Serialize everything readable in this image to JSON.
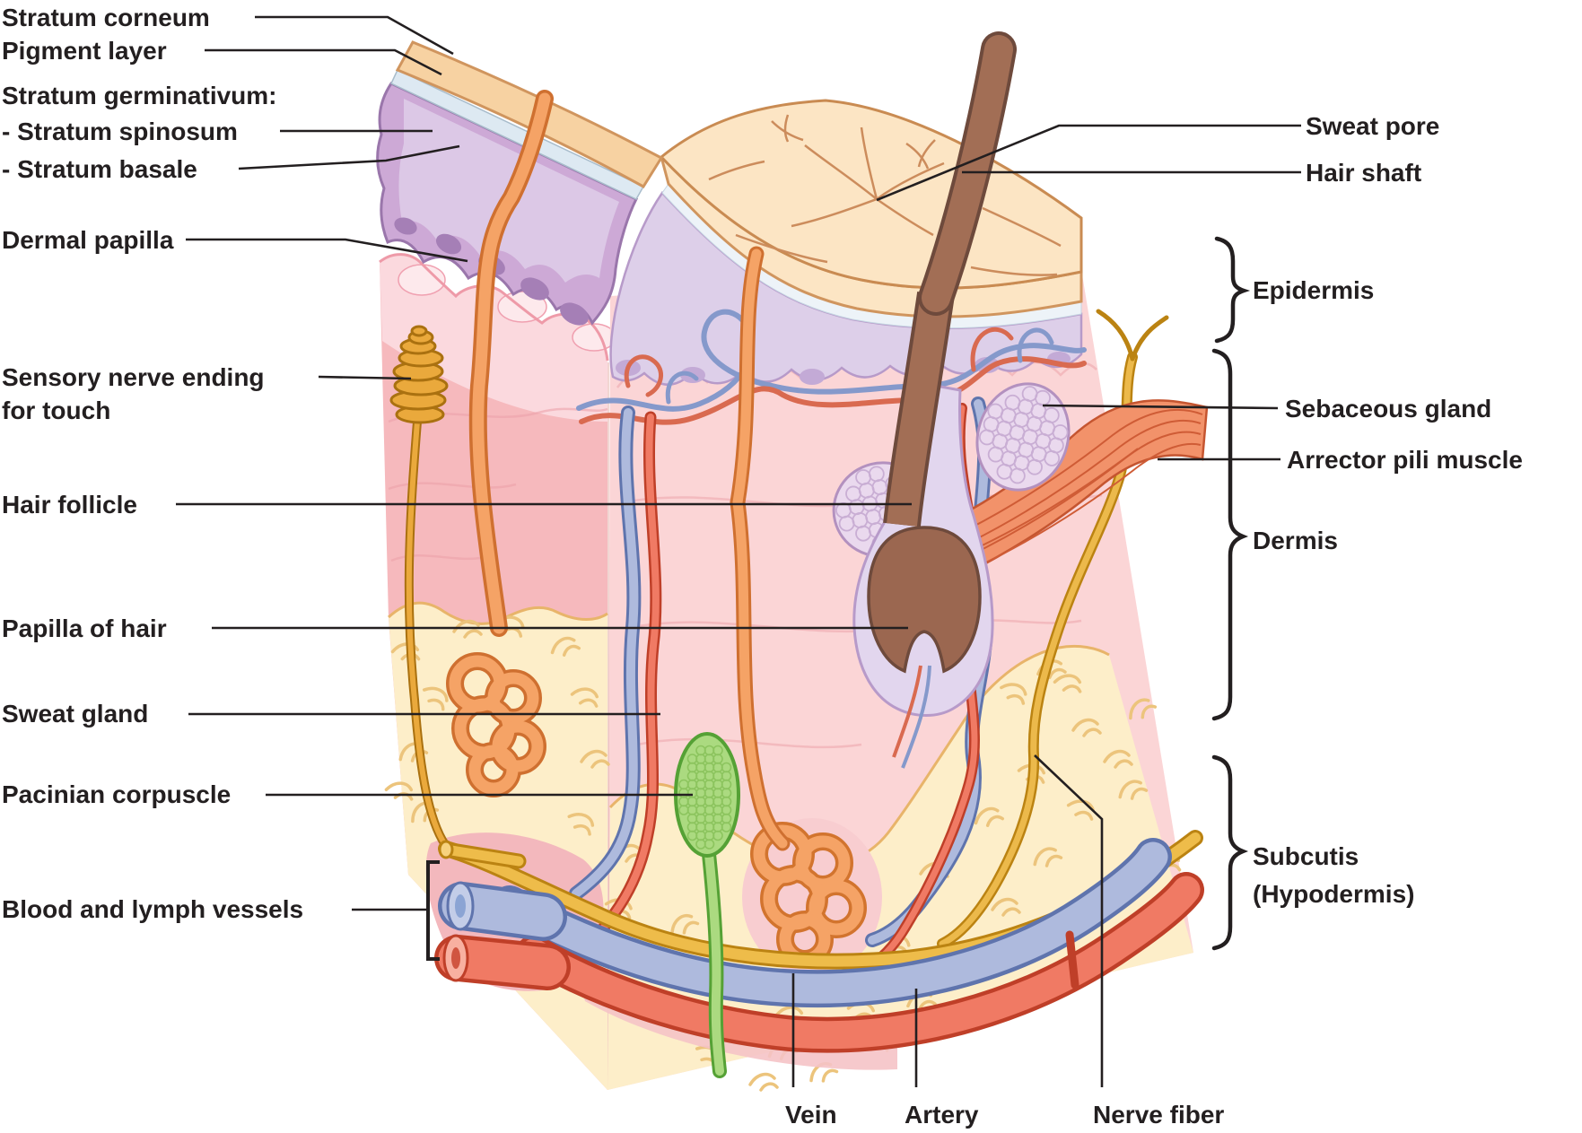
{
  "figure": {
    "title": "Skin cross-section anatomy diagram",
    "type": "labeled-anatomical-illustration"
  },
  "labels": {
    "stratum_corneum": "Stratum corneum",
    "pigment_layer": "Pigment layer",
    "stratum_germinativum": "Stratum germinativum:",
    "stratum_spinosum": "- Stratum spinosum",
    "stratum_basale": "- Stratum basale",
    "dermal_papilla": "Dermal papilla",
    "sensory_nerve_line1": "Sensory nerve ending",
    "sensory_nerve_line2": "for touch",
    "hair_follicle": "Hair follicle",
    "papilla_of_hair": "Papilla of hair",
    "sweat_gland": "Sweat gland",
    "pacinian_corpuscle": "Pacinian corpuscle",
    "blood_lymph_vessels": "Blood and lymph vessels",
    "sweat_pore": "Sweat pore",
    "hair_shaft": "Hair shaft",
    "epidermis": "Epidermis",
    "sebaceous_gland": "Sebaceous gland",
    "arrector_pili_muscle": "Arrector pili muscle",
    "dermis": "Dermis",
    "subcutis_line1": "Subcutis",
    "subcutis_line2": "(Hypodermis)",
    "vein": "Vein",
    "artery": "Artery",
    "nerve_fiber": "Nerve fiber"
  },
  "colors": {
    "label_text": "#231f20",
    "leader_line": "#231f20",
    "skin_surface": "#fce5c4",
    "stratum_corneum_band": "#f7d2a2",
    "pigment_layer_band": "#e0ebf3",
    "stratum_germinativum_band": "#cda9d6",
    "epidermis_cut_band": "#ddcfe9",
    "dermis_front_face": "#fbd5d6",
    "dermis_side_face": "#f6b9bd",
    "subcutis_fat": "#fdeec9",
    "hair": "#9b6750",
    "hair_sheath": "#e2d6ee",
    "sebaceous_gland": "#ead9ee",
    "arrector_pili": "#f2926a",
    "sweat_gland_duct": "#f5a366",
    "sensory_nerve_ending": "#eaa93c",
    "nerve_fiber": "#eebc4a",
    "vein": "#aebadd",
    "artery": "#f07a64",
    "pacinian_corpuscle": "#abda80"
  }
}
